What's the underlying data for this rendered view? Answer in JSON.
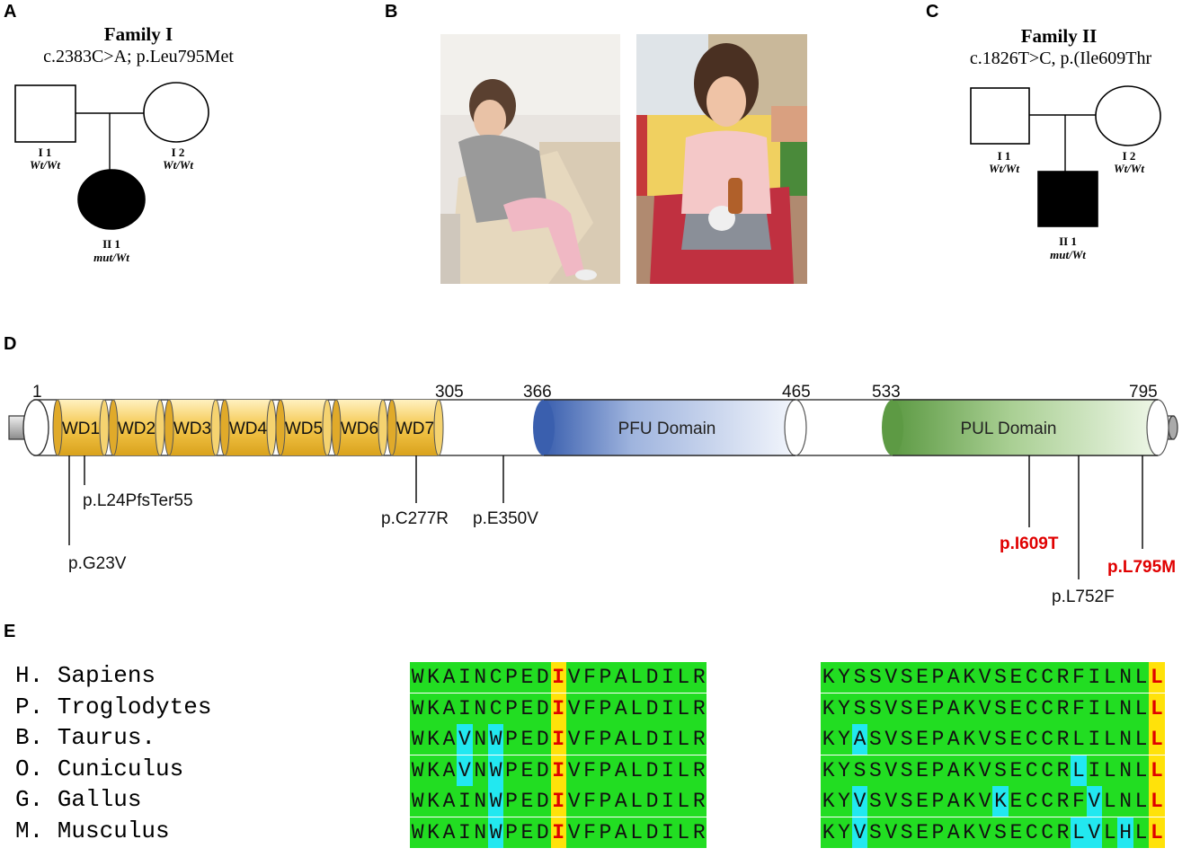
{
  "panels": {
    "A": "A",
    "B": "B",
    "C": "C",
    "D": "D",
    "E": "E"
  },
  "family1": {
    "title": "Family I",
    "variant": "c.2383C>A; p.Leu795Met",
    "father": {
      "id": "I 1",
      "genotype": "Wt/Wt"
    },
    "mother": {
      "id": "I 2",
      "genotype": "Wt/Wt"
    },
    "child": {
      "id": "II 1",
      "genotype": "mut/Wt"
    }
  },
  "family2": {
    "title": "Family II",
    "variant": "c.1826T>C, p.(Ile609Thr",
    "father": {
      "id": "I 1",
      "genotype": "Wt/Wt"
    },
    "mother": {
      "id": "I 2",
      "genotype": "Wt/Wt"
    },
    "child": {
      "id": "II 1",
      "genotype": "mut/Wt"
    }
  },
  "protein": {
    "positions": [
      "1",
      "305",
      "366",
      "465",
      "533",
      "795"
    ],
    "wd_repeats": [
      "WD1",
      "WD2",
      "WD3",
      "WD4",
      "WD5",
      "WD6",
      "WD7"
    ],
    "pfu": "PFU Domain",
    "pul": "PUL Domain",
    "variants": [
      {
        "label": "p.L24PfsTer55",
        "highlight": false
      },
      {
        "label": "p.G23V",
        "highlight": false
      },
      {
        "label": "p.C277R",
        "highlight": false
      },
      {
        "label": "p.E350V",
        "highlight": false
      },
      {
        "label": "p.I609T",
        "highlight": true
      },
      {
        "label": "p.L752F",
        "highlight": false
      },
      {
        "label": "p.L795M",
        "highlight": true
      }
    ],
    "colors": {
      "wd": "#f0c040",
      "pfu": "#3a5fae",
      "pul": "#6aa84f",
      "highlight": "#e00000"
    }
  },
  "alignment": {
    "species": [
      "H. Sapiens",
      "P. Troglodytes",
      "B. Taurus.",
      "O. Cuniculus",
      "G. Gallus",
      "M. Musculus"
    ],
    "block1": [
      "WKAINCPEDIVFPALDILR",
      "WKAINCPEDIVFPALDILR",
      "WKAVNWPEDIVFPALDILR",
      "WKAVNWPEDIVFPALDILR",
      "WKAINWPEDIVFPALDILR",
      "WKAINWPEDIVFPALDILR"
    ],
    "block1_highlight_col": 9,
    "block1_variable": [
      [],
      [],
      [
        3,
        5
      ],
      [
        3,
        5
      ],
      [
        5
      ],
      [
        5
      ]
    ],
    "block2": [
      "KYSSVSEPAKVSECCRFILNLL",
      "KYSSVSEPAKVSECCRFILNLL",
      "KYASVSEPAKVSECCRLILNLL",
      "KYSSVSEPAKVSECCRLILNLL",
      "KYVSVSEPAKVKECCRFVLNLL",
      "KYVSVSEPAKVSECCRLVLHLL"
    ],
    "block2_highlight_col": 21,
    "block2_variable": [
      [],
      [],
      [
        2
      ],
      [
        16
      ],
      [
        2,
        11,
        17
      ],
      [
        2,
        16,
        17,
        19
      ]
    ]
  }
}
